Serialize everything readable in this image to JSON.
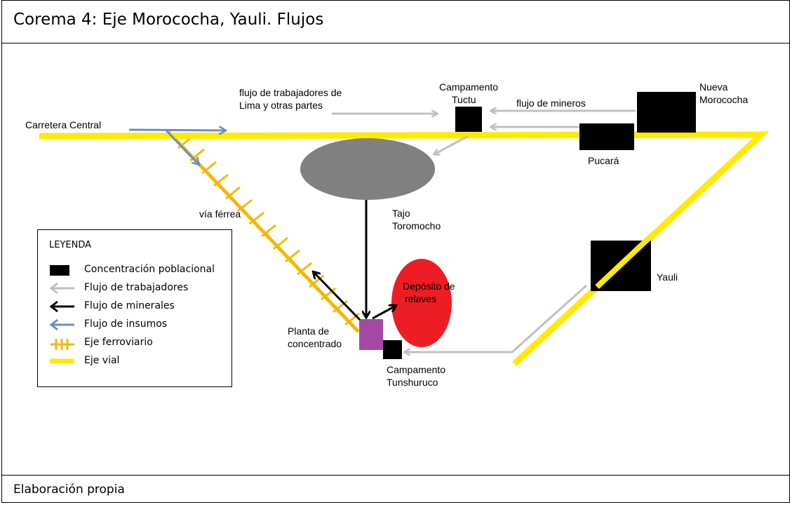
{
  "title": "Corema 4: Eje Morococha, Yauli. Flujos",
  "footer": "Elaboración propia",
  "colors": {
    "road": "#ffea00",
    "rail": "#f5b800",
    "worker_flow": "#c0c0c0",
    "mineral_flow": "#000000",
    "input_flow": "#6a8fc4",
    "pit": "#808080",
    "tailings": "#ee1c24",
    "plant": "#a349a4",
    "population": "#000000"
  },
  "map": {
    "labels": {
      "carretera": "Carretera Central",
      "flujo_trab_1": "flujo de trabajadores de",
      "flujo_trab_2": "Lima y otras partes",
      "campamento_tuctu_1": "Campamento",
      "campamento_tuctu_2": "Tuctu",
      "flujo_mineros": "flujo de mineros",
      "nueva_1": "Nueva",
      "nueva_2": "Morococha",
      "pucara": "Pucará",
      "tajo_1": "Tajo",
      "tajo_2": "Toromocho",
      "via_ferrea": "vía férrea",
      "yauli": "Yauli",
      "deposito_1": "Depósito de",
      "deposito_2": "relaves",
      "planta_1": "Planta de",
      "planta_2": "concentrado",
      "tunshuruco_1": "Campamento",
      "tunshuruco_2": "Tunshuruco"
    }
  },
  "legend": {
    "title": "LEYENDA",
    "items": [
      {
        "label": "Concentración poblacional",
        "symbol": "black-square"
      },
      {
        "label": "Flujo de trabajadores",
        "symbol": "gray-arrow"
      },
      {
        "label": "Flujo de minerales",
        "symbol": "black-arrow"
      },
      {
        "label": "Flujo de insumos",
        "symbol": "blue-arrow"
      },
      {
        "label": "Eje ferroviario",
        "symbol": "rail-line"
      },
      {
        "label": "Eje vial",
        "symbol": "yellow-line"
      }
    ]
  }
}
